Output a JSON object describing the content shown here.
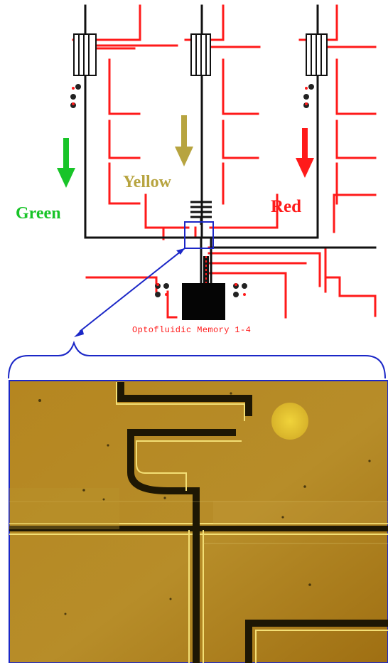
{
  "diagram": {
    "labels": {
      "green": "Green",
      "yellow": "Yellow",
      "red": "Red",
      "caption": "Optofluidic Memory 1-4"
    },
    "colors": {
      "green": "#18c428",
      "yellow": "#b7a440",
      "red": "#ff1a1a",
      "channel": "#111111",
      "callout": "#1b27c7",
      "micrograph_bg": "#b88b26"
    },
    "icons": {
      "green_arrow": "arrow-down-icon",
      "yellow_arrow": "arrow-down-icon",
      "red_arrow": "arrow-down-icon",
      "dot_markers": "dot-marker-icon"
    }
  }
}
